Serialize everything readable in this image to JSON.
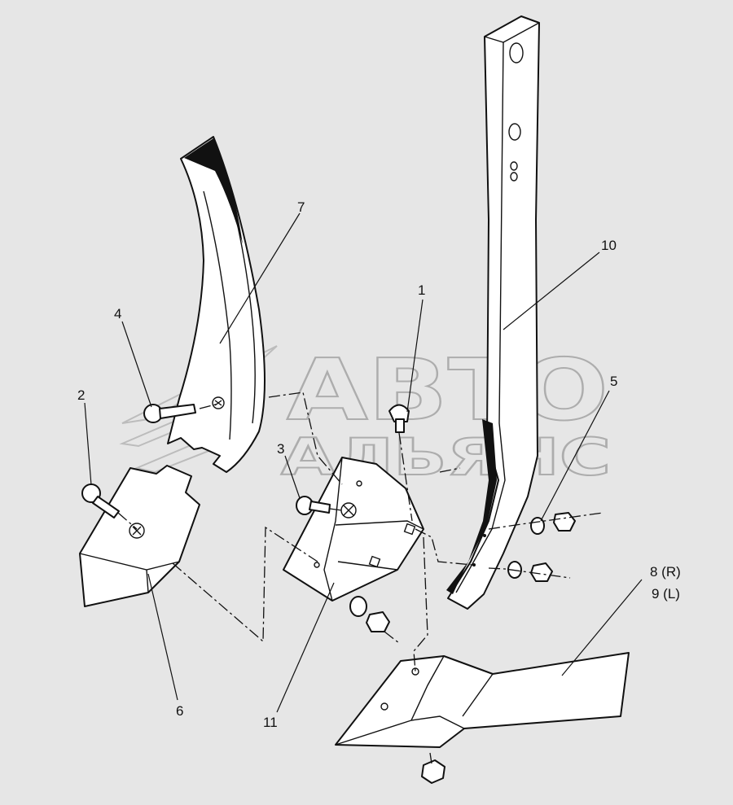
{
  "watermark": {
    "line1": "АВТО",
    "line2": "АЛЬЯНС"
  },
  "callouts": [
    {
      "id": "1",
      "text": "1"
    },
    {
      "id": "2",
      "text": "2"
    },
    {
      "id": "3",
      "text": "3"
    },
    {
      "id": "4",
      "text": "4"
    },
    {
      "id": "5",
      "text": "5"
    },
    {
      "id": "6",
      "text": "6"
    },
    {
      "id": "7",
      "text": "7"
    },
    {
      "id": "8",
      "text": "8 (R)"
    },
    {
      "id": "9",
      "text": "9 (L)"
    },
    {
      "id": "10",
      "text": "10"
    },
    {
      "id": "11",
      "text": "11"
    }
  ],
  "colors": {
    "background": "#e6e6e6",
    "line": "#111111",
    "watermark": "#9a9a9a"
  }
}
